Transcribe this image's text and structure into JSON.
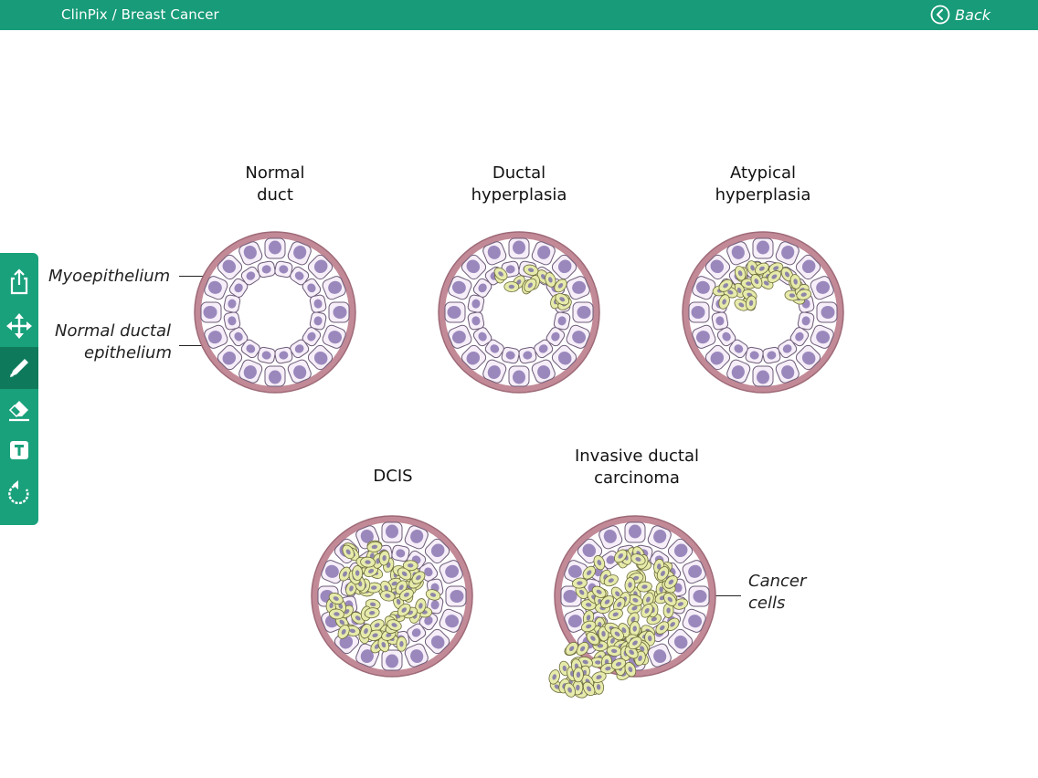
{
  "header": {
    "breadcrumb": "ClinPix / Breast Cancer",
    "back_label": "Back"
  },
  "toolbar": {
    "tools": [
      "share-icon",
      "move-icon",
      "pen-icon",
      "eraser-icon",
      "text-tool-icon",
      "undo-icon"
    ],
    "active_tool": "pen-icon"
  },
  "diagram": {
    "titles": {
      "normal": "Normal\nduct",
      "ductal": "Ductal\nhyperplasia",
      "atypical": "Atypical\nhyperplasia",
      "dcis": "DCIS",
      "invasive": "Invasive ductal\ncarcinoma"
    },
    "labels": {
      "myoepithelium": "Myoepithelium",
      "normal_epithelium_1": "Normal ductal",
      "normal_epithelium_2": "epithelium",
      "cancer_1": "Cancer",
      "cancer_2": "cells"
    }
  },
  "colors": {
    "header": "#179b78",
    "toolbar": "#19a17c",
    "toolbar_active": "#0f7a5b",
    "duct_wall": "#c28996",
    "cell_fill": "#f6eef8",
    "nucleus": "#9a88bd",
    "abnormal_cell": "#e7ebaa"
  }
}
